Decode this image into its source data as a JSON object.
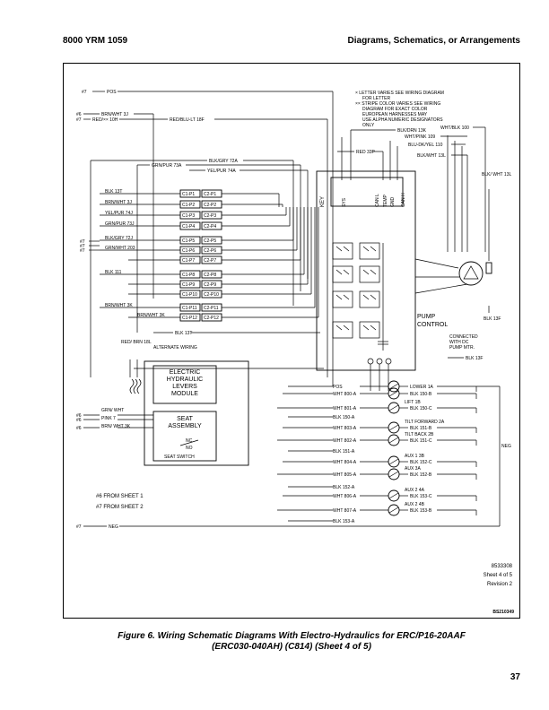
{
  "header": {
    "left": "8000 YRM 1059",
    "right": "Diagrams, Schematics, or Arrangements"
  },
  "notes": {
    "n1a": "× LETTER VARIES SEE WIRING DIAGRAM",
    "n1b": "FOR LETTER",
    "n2a": "×× STRIPE COLOR VARIES SEE WIRING",
    "n2b": "DIAGRAM FOR EXACT COLOR",
    "n2c": "EUROPEAN HARNESSES MAY",
    "n2d": "USE ALPHA NUMERIC DESIGNATORS",
    "n2e": "ONLY"
  },
  "left_wires": {
    "w7pos": "#7",
    "pos": "POS",
    "w6": "#6",
    "brnwht": "BRN/WHT 3J",
    "w7red": "#7",
    "red": "RED/×× 10H",
    "redblu": "RED/BLU-LT 18F",
    "blkgry": "BLK/GRY 72A",
    "grnpur": "GRN/PUR 73A",
    "yelpur": "YEL/PUR 74A"
  },
  "connector_labels": [
    "BLK 13T",
    "BRN/WHT 3J",
    "YEL/PUR 74J",
    "GRN/PUR 73J",
    "BLK/GRY 72J",
    "GRN/WHT 203",
    "",
    "BLK 111",
    "",
    "",
    "BRN/WHT 3K",
    ""
  ],
  "c1_pins": [
    "C1-P1",
    "C1-P2",
    "C1-P3",
    "C1-P4",
    "C1-P5",
    "C1-P6",
    "C1-P7",
    "C1-P8",
    "C1-P9",
    "C1-P10",
    "C1-P11",
    "C1-P12"
  ],
  "c2_pins": [
    "C2-P1",
    "C2-P2",
    "C2-P3",
    "C2-P4",
    "C2-P5",
    "C2-P6",
    "C2-P7",
    "C2-P8",
    "C2-P9",
    "C2-P10",
    "C2-P11",
    "C2-P12"
  ],
  "connector_refs": {
    "r1": "#7",
    "r2": "#7",
    "r3": "#7"
  },
  "top_right_wires": {
    "blkdrn": "BLK/DRN 13K",
    "whtblk": "WHT/BLK 100",
    "whtpink": "WHT/PINK 109",
    "blkdk": "BLU-DK/YEL 110",
    "red33": "RED 33P",
    "blkwht13": "BLK/WHT 13L",
    "blkwht13b": "BLK/ WHT 13L"
  },
  "controller": {
    "key": "KEY",
    "sys": "SYS",
    "can_l": "CAN L",
    "temp": "TEMP",
    "gnd": "GND",
    "can_h": "CAN H",
    "label1": "PUMP",
    "label2": "CONTROL"
  },
  "pump": {
    "blk13f": "BLK 13F",
    "c1": "CONNECTED",
    "c2": "WITH DC",
    "c3": "PUMP MTR.",
    "blk13f2": "BLK 13F"
  },
  "lower_left": {
    "blk13t": "BLK 13T",
    "brnwht3k": "BRN/WHT 3K",
    "redbrn": "RED/ BRN 18L",
    "alt": "ALTERNATE WIRING",
    "hyd1": "ELECTRIC",
    "hyd2": "HYDRAULIC",
    "hyd3": "LEVERS",
    "hyd4": "MODULE",
    "seat1": "SEAT",
    "seat2": "ASSEMBLY",
    "nc": "NC",
    "no": "NO",
    "seatsw": "SEAT SWITCH",
    "l6a": "#6",
    "l6b": "#6",
    "l6c": "#6",
    "grnwht": "GRN/ WHT",
    "pink": "PINK 7",
    "brnwht3k2": "BRN/ WHT 3K",
    "from1": "#6 FROM SHEET 1",
    "from2": "#7 FROM SHEET 2",
    "neg7": "#7",
    "neg": "NEG"
  },
  "solenoids": [
    {
      "lbl": "POS",
      "out": "LOWER 1A"
    },
    {
      "lbl": "WHT 800-A",
      "out": "BLK 150-B"
    },
    {
      "lbl": "WHT 801-A",
      "out": "BLK 150-C",
      "top": "LIFT 1B"
    },
    {
      "lbl": "BLK 150-A",
      "out": ""
    },
    {
      "lbl": "WHT 803-A",
      "out": "BLK 151-B",
      "top": "TILT FORWARD 2A"
    },
    {
      "lbl": "WHT 802-A",
      "out": "BLK 151-C",
      "top": "TILT BACK 2B"
    },
    {
      "lbl": "BLK 151-A",
      "out": ""
    },
    {
      "lbl": "WHT 804-A",
      "out": "BLK 152-C",
      "top": "AUX 1 3B"
    },
    {
      "lbl": "WHT 805-A",
      "out": "BLK 152-B",
      "top": "AUX 3A"
    },
    {
      "lbl": "BLK 152-A",
      "out": ""
    },
    {
      "lbl": "WHT 806-A",
      "out": "BLK 153-C",
      "top": "AUX 2 4A"
    },
    {
      "lbl": "WHT 807-A",
      "out": "BLK 153-B",
      "top": "AUX 2 4B"
    },
    {
      "lbl": "BLK 153-A",
      "out": ""
    }
  ],
  "right_neg": "NEG",
  "drawing_no": {
    "num": "8533308",
    "sheet": "Sheet 4 of 5",
    "rev": "Revision 2",
    "id": "BS210349"
  },
  "caption": {
    "line1": "Figure 6.  Wiring Schematic Diagrams With Electro-Hydraulics for ERC/P16-20AAF",
    "line2": "(ERC030-040AH) (C814) (Sheet 4 of 5)"
  },
  "page_number": "37"
}
